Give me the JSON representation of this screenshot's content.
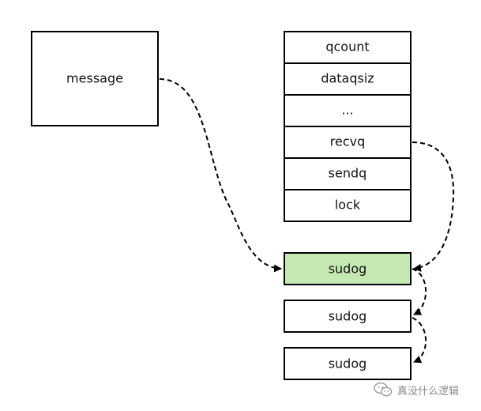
{
  "diagram": {
    "message": "message",
    "channel_fields": [
      "qcount",
      "dataqsiz",
      "...",
      "recvq",
      "sendq",
      "lock"
    ],
    "sudog_queue": [
      "sudog",
      "sudog",
      "sudog"
    ],
    "highlight_color": "#c5e8b2"
  },
  "watermark": {
    "icon": "wechat-icon",
    "text": "真没什么逻辑"
  }
}
